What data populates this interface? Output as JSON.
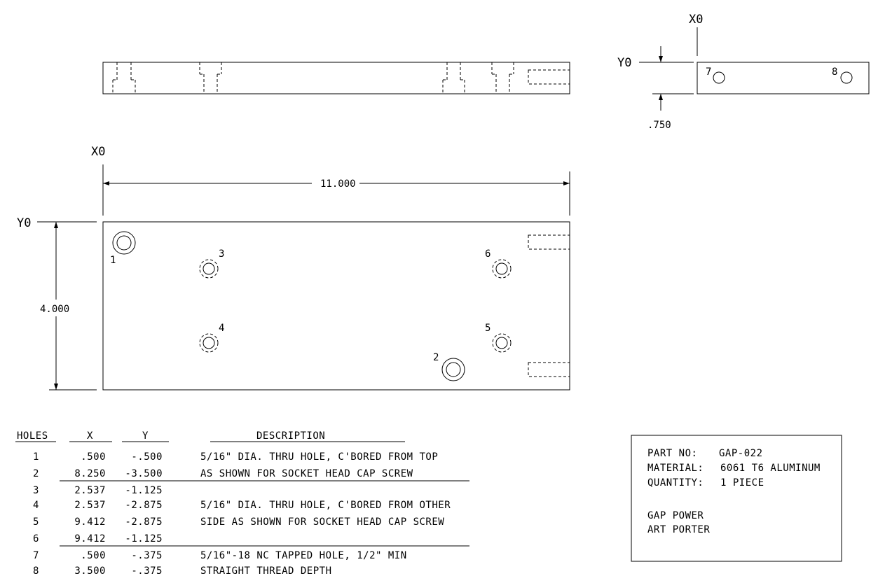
{
  "side_view": {
    "axis_x": "X0",
    "axis_y": "Y0",
    "dim_offset": ".750",
    "holes": [
      {
        "label": "7"
      },
      {
        "label": "8"
      }
    ]
  },
  "top_view": {
    "axis_x": "X0",
    "axis_y": "Y0",
    "dim_length": "11.000",
    "dim_width": "4.000",
    "holes": [
      {
        "label": "1"
      },
      {
        "label": "2"
      },
      {
        "label": "3"
      },
      {
        "label": "4"
      },
      {
        "label": "5"
      },
      {
        "label": "6"
      }
    ]
  },
  "hole_table": {
    "headers": {
      "holes": "HOLES",
      "x": "X",
      "y": "Y",
      "description": "DESCRIPTION"
    },
    "rows": [
      {
        "hole": "1",
        "x": ".500",
        "y": "-.500"
      },
      {
        "hole": "2",
        "x": "8.250",
        "y": "-3.500"
      },
      {
        "hole": "3",
        "x": "2.537",
        "y": "-1.125"
      },
      {
        "hole": "4",
        "x": "2.537",
        "y": "-2.875"
      },
      {
        "hole": "5",
        "x": "9.412",
        "y": "-2.875"
      },
      {
        "hole": "6",
        "x": "9.412",
        "y": "-1.125"
      },
      {
        "hole": "7",
        "x": ".500",
        "y": "-.375"
      },
      {
        "hole": "8",
        "x": "3.500",
        "y": "-.375"
      }
    ],
    "descriptions": [
      "5/16\" DIA. THRU HOLE, C'BORED FROM TOP",
      "AS SHOWN FOR SOCKET HEAD CAP SCREW",
      "5/16\" DIA. THRU HOLE, C'BORED FROM OTHER",
      "SIDE AS SHOWN FOR SOCKET HEAD CAP SCREW",
      "5/16\"-18 NC TAPPED HOLE, 1/2\" MIN",
      "STRAIGHT THREAD DEPTH"
    ]
  },
  "title_block": {
    "part_no_label": "PART NO:",
    "part_no": "GAP-022",
    "material_label": "MATERIAL:",
    "material": "6061 T6 ALUMINUM",
    "quantity_label": "QUANTITY:",
    "quantity": "1 PIECE",
    "company": "GAP POWER",
    "designer": "ART PORTER"
  }
}
